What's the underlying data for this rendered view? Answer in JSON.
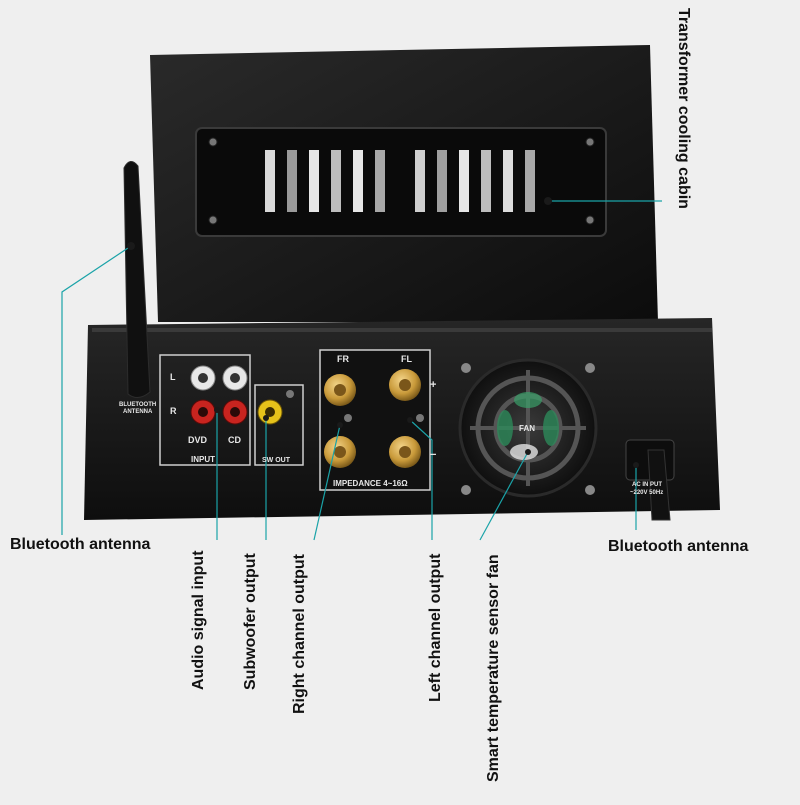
{
  "callouts": {
    "transformer": "Transformer cooling cabin",
    "bt_antenna_left": "Bluetooth antenna",
    "bt_antenna_right": "Bluetooth antenna",
    "audio_input": "Audio signal input",
    "subwoofer": "Subwoofer output",
    "right_channel": "Right channel output",
    "left_channel": "Left channel output",
    "fan": "Smart temperature sensor fan"
  },
  "panel": {
    "bt_antenna_1": "BLUETOOTH",
    "bt_antenna_2": "ANTENNA",
    "ch_l": "L",
    "ch_r": "R",
    "dvd": "DVD",
    "cd": "CD",
    "input": "INPUT",
    "sw_out": "SW OUT",
    "fr": "FR",
    "fl": "FL",
    "plus": "+",
    "minus": "−",
    "impedance": "IMPEDANCE 4~16Ω",
    "fan": "FAN",
    "ac_in_1": "AC IN PUT",
    "ac_in_2": "~220V 50Hz"
  },
  "colors": {
    "callout_line": "#1aa3a8",
    "chassis": "#1b1b1b",
    "background": "#efefef",
    "rca_red": "#c8241f",
    "rca_white": "#e8e8e8",
    "rca_yellow": "#e6c21a",
    "terminal_gold": "#c99a3a"
  }
}
